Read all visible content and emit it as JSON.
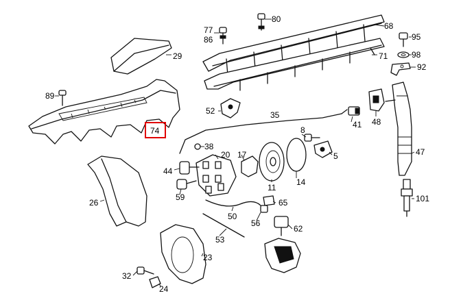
{
  "highlight_color": "#e00000",
  "callouts": {
    "p80": "80",
    "p77": "77",
    "p86": "86",
    "p68": "68",
    "p95": "95",
    "p29": "29",
    "p71": "71",
    "p98": "98",
    "p92": "92",
    "p89": "89",
    "p52": "52",
    "p35": "35",
    "p41": "41",
    "p48": "48",
    "p74": "74",
    "p8": "8",
    "p38": "38",
    "p20": "20",
    "p17": "17",
    "p5": "5",
    "p47": "47",
    "p44": "44",
    "p11": "11",
    "p14": "14",
    "p26": "26",
    "p59": "59",
    "p65": "65",
    "p101": "101",
    "p50": "50",
    "p56": "56",
    "p62": "62",
    "p53": "53",
    "p23": "23",
    "p32": "32",
    "p24": "24"
  }
}
